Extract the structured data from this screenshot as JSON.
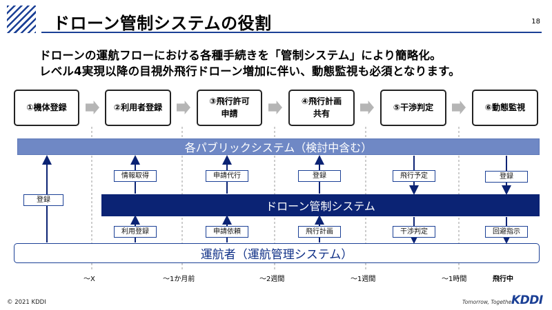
{
  "header": {
    "title": "ドローン管制システムの役割",
    "page_number": "18"
  },
  "subtitle": {
    "line1": "ドローンの運航フローにおける各種手続きを「管制システム」により簡略化。",
    "line2": "レベル4実現以降の目視外飛行ドローン増加に伴い、動態監視も必須となります。"
  },
  "steps": [
    "①機体登録",
    "②利用者登録",
    "③飛行許可\n申請",
    "④飛行計画\n共有",
    "⑤干渉判定",
    "⑥動態監視"
  ],
  "bands": {
    "public": "各パブリックシステム（検討中含む）",
    "control_system": "ドローン管制システム",
    "operator": "運航者（運航管理システム）"
  },
  "upper_labels": [
    "情報取得",
    "申請代行",
    "登録",
    "飛行予定",
    "登録"
  ],
  "left_label": "登録",
  "lower_labels": [
    "利用登録",
    "申請依頼",
    "飛行計画",
    "干渉判定",
    "回避指示"
  ],
  "timeline": [
    "～X",
    "～1か月前",
    "～2週間",
    "～1週間",
    "～1時間",
    "飛行中"
  ],
  "footer": {
    "copyright": "© 2021 KDDI",
    "tagline": "Tomorrow, Together",
    "logo": "KDDI"
  },
  "colors": {
    "dark_navy": "#0b2374",
    "public_band": "#6f88c5",
    "accent_blue": "#1a3f95",
    "chevron_gray": "#b5b5b5"
  }
}
